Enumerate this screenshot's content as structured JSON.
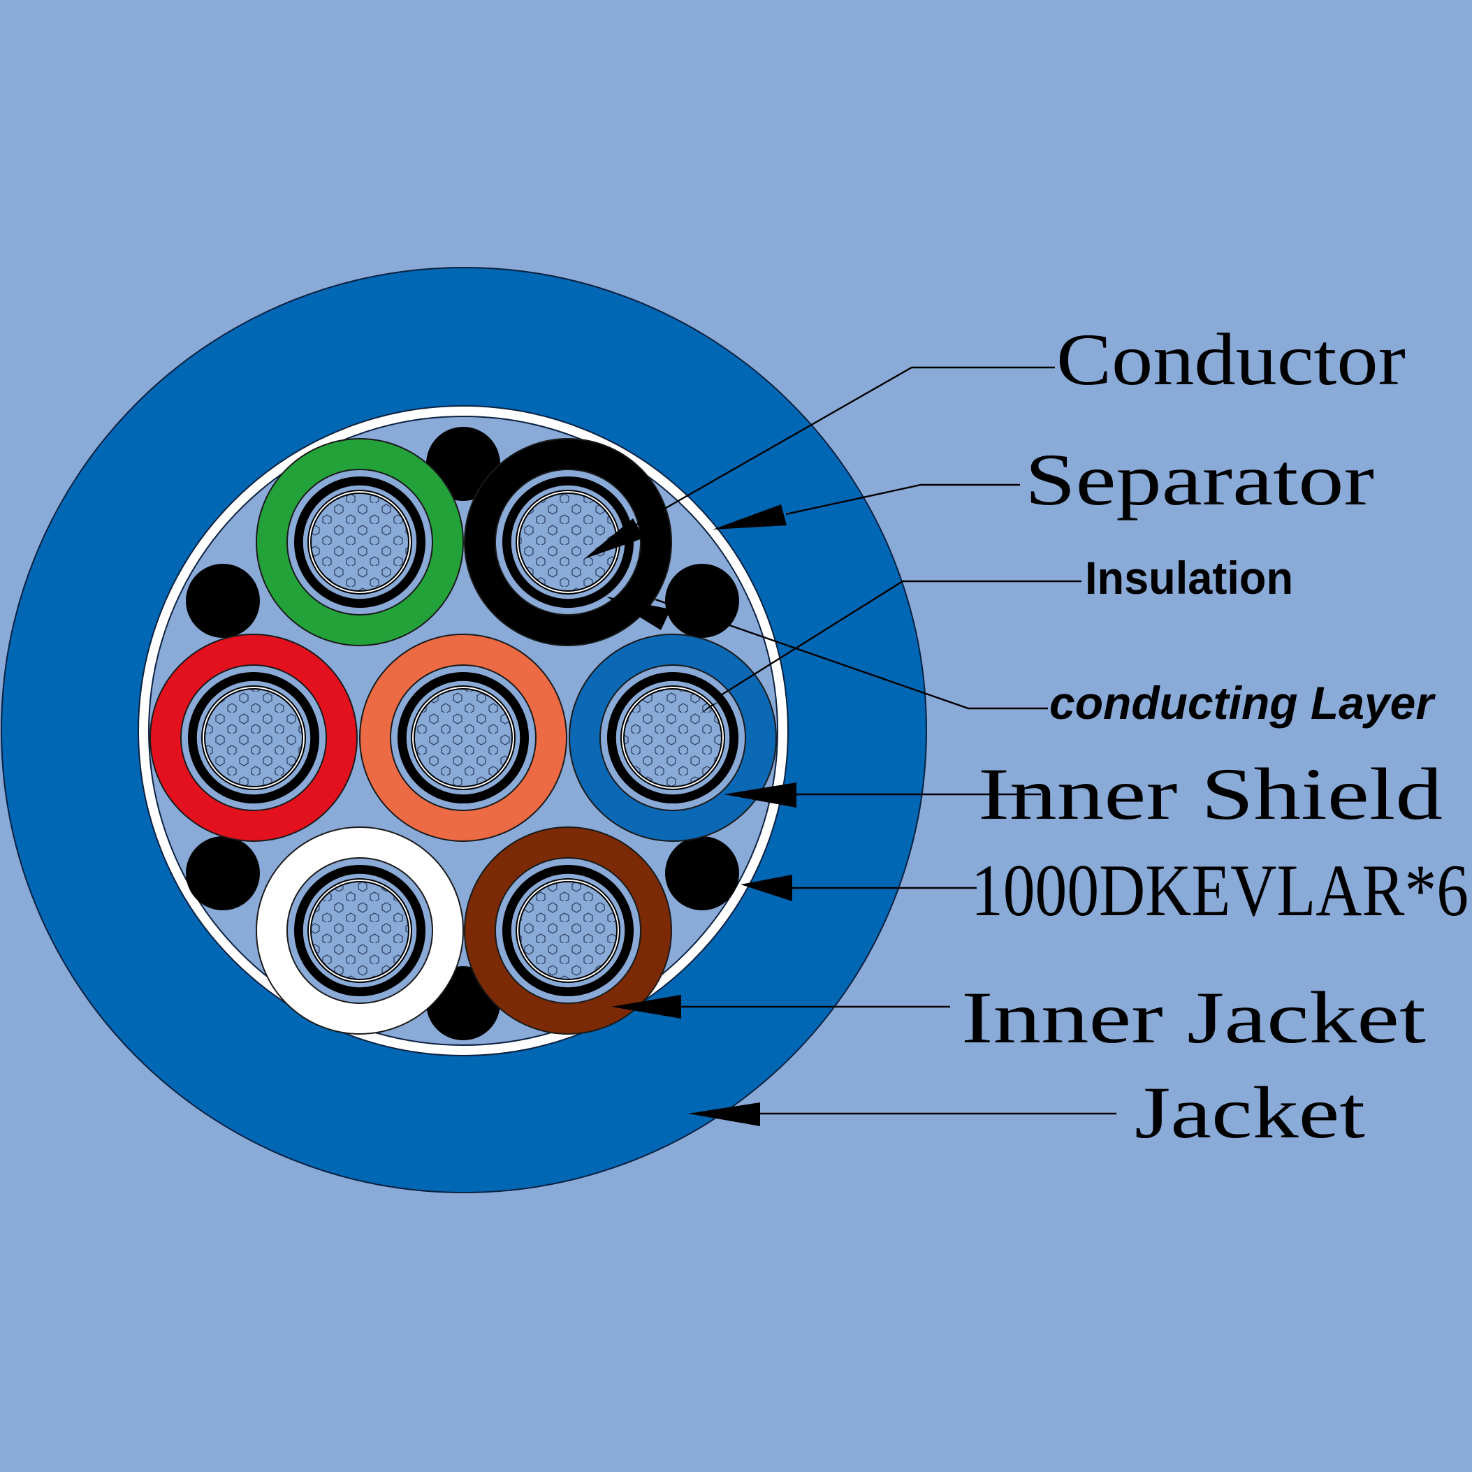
{
  "colors": {
    "background": "#8aaad8",
    "jacket": "#0067b4",
    "inner_jacket": "#ffffff",
    "filler": "#8aaad8",
    "kevlar": "#000000",
    "strand": "#8aaad8"
  },
  "cores": [
    {
      "id": "green",
      "color": "#23a23a"
    },
    {
      "id": "black",
      "color": "#000000"
    },
    {
      "id": "red",
      "color": "#e3101e"
    },
    {
      "id": "orange",
      "color": "#ec6b45"
    },
    {
      "id": "blue",
      "color": "#0a68b4"
    },
    {
      "id": "white",
      "color": "#ffffff"
    },
    {
      "id": "brown",
      "color": "#7b2a05"
    }
  ],
  "labels": {
    "conductor": "Conductor",
    "separator": "Separator",
    "insulation": "Insulation",
    "conducting_layer": "conducting Layer",
    "inner_shield": "Inner Shield",
    "kevlar": "1000DKEVLAR*6",
    "inner_jacket": "Inner Jacket",
    "jacket": "Jacket"
  }
}
